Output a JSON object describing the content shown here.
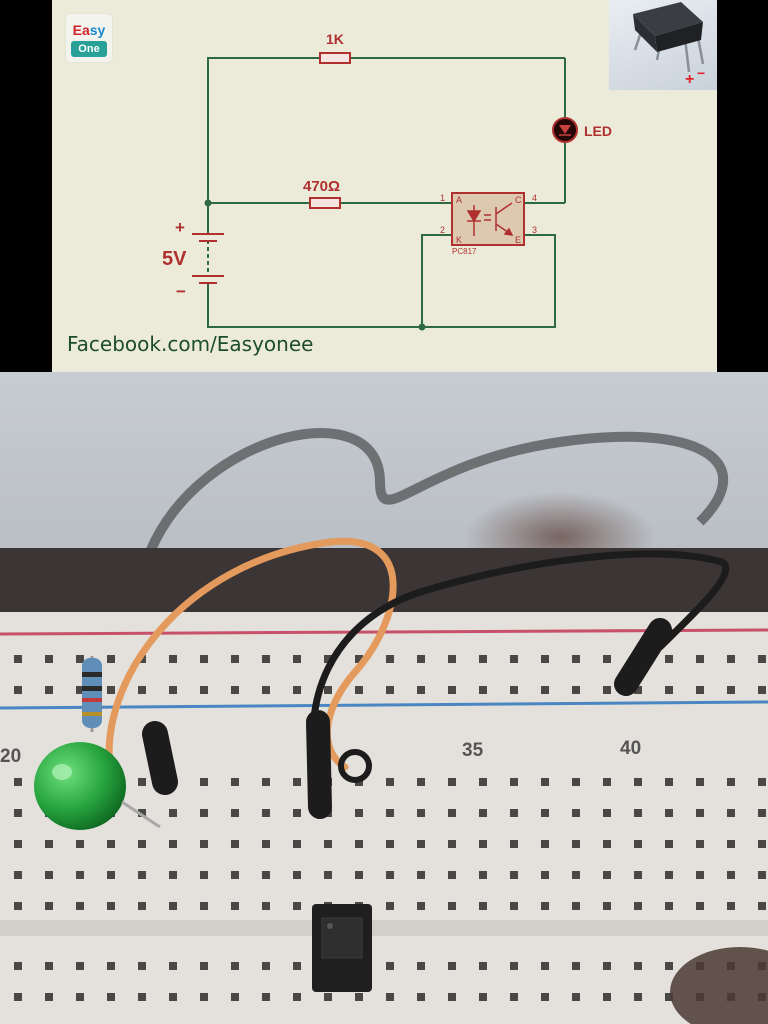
{
  "logo": {
    "easy_part1": "Ea",
    "easy_part2": "sy",
    "one": "One"
  },
  "schematic": {
    "resistor_top_label": "1K",
    "resistor_input_label": "470Ω",
    "led_label": "LED",
    "battery_voltage": "5V",
    "battery_plus": "+",
    "battery_minus": "−",
    "optocoupler": {
      "part_number": "PC817",
      "pin_1": "1",
      "pin_2": "2",
      "pin_3": "3",
      "pin_4": "4",
      "anode": "A",
      "cathode": "K",
      "collector": "C",
      "emitter": "E"
    }
  },
  "chip_photo": {
    "plus_mark": "+",
    "minus_mark": "−"
  },
  "footer": {
    "facebook": "Facebook.com/Easyonee"
  },
  "breadboard": {
    "col_label_20": "20",
    "col_label_35": "35",
    "col_label_40": "40"
  },
  "colors": {
    "schematic_bg": "#ecebd9",
    "wire": "#2d6a43",
    "component": "#b03030",
    "facebook_text": "#1d4d2c",
    "breadboard": "#e4e1dc",
    "rail_red": "#c8516a",
    "rail_blue": "#4a86c2",
    "led_green": "#27a43f",
    "jumper_orange": "#e39a5c",
    "jumper_black": "#1c1c1c"
  }
}
